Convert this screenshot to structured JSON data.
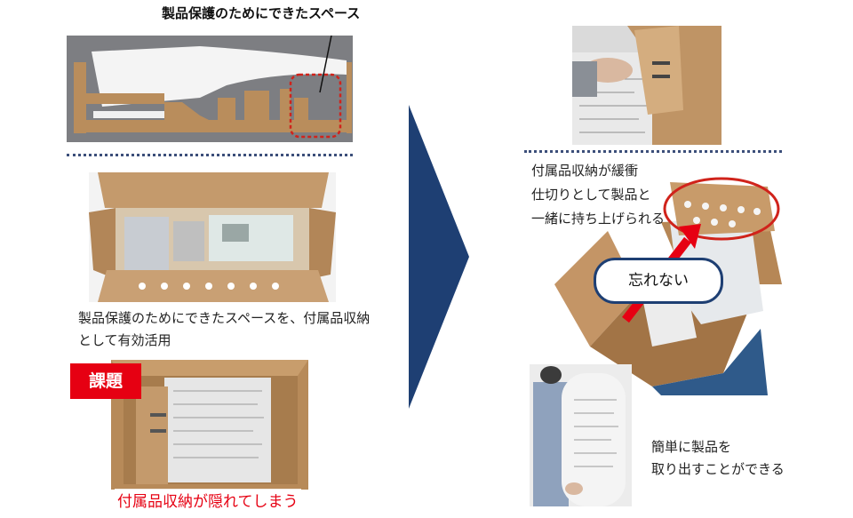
{
  "callouts": {
    "top_label": "製品保護のためにできたスペース",
    "left_caption": [
      "製品保護のためにできたスペースを、付属品収納",
      "として有効活用"
    ],
    "issue_badge": "課題",
    "issue_caption": "付属品収納が隠れてしまう",
    "right_caption_1": [
      "付属品収納が緩衝",
      "仕切りとして製品と",
      "一緒に持ち上げられる"
    ],
    "bubble": "忘れない",
    "right_caption_2": [
      "簡単に製品を",
      "取り出すことができる"
    ]
  },
  "colors": {
    "arrow": "#1e3f73",
    "badge_bg": "#e60012",
    "issue_text": "#e60012",
    "highlight": "#d0231b",
    "cardboard": "#b98d5c",
    "divider": "#3c4f7a"
  }
}
